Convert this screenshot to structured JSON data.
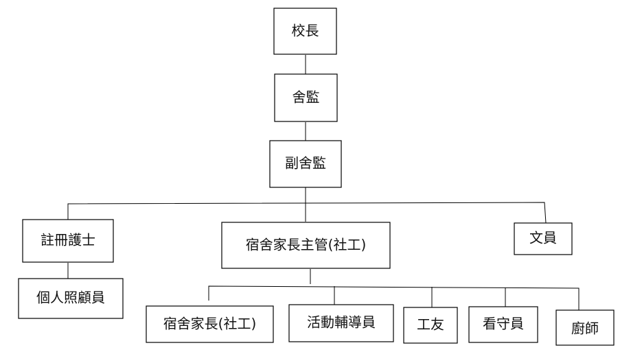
{
  "org_chart": {
    "nodes": {
      "principal": "校長",
      "warden": "舍監",
      "deputy_warden": "副舍監",
      "registered_nurse": "註冊護士",
      "personal_care_worker": "個人照顧員",
      "houseparent_supervisor": "宿舍家長主管(社工)",
      "clerk": "文員",
      "houseparent": "宿舍家長(社工)",
      "activity_assistant": "活動輔導員",
      "janitor": "工友",
      "guard": "看守員",
      "cook": "廚師"
    },
    "links": [
      [
        "principal",
        "warden"
      ],
      [
        "warden",
        "deputy_warden"
      ],
      [
        "deputy_warden",
        "registered_nurse"
      ],
      [
        "deputy_warden",
        "houseparent_supervisor"
      ],
      [
        "deputy_warden",
        "clerk"
      ],
      [
        "registered_nurse",
        "personal_care_worker"
      ],
      [
        "houseparent_supervisor",
        "houseparent"
      ],
      [
        "houseparent_supervisor",
        "activity_assistant"
      ],
      [
        "houseparent_supervisor",
        "janitor"
      ],
      [
        "houseparent_supervisor",
        "guard"
      ],
      [
        "houseparent_supervisor",
        "cook"
      ]
    ]
  }
}
